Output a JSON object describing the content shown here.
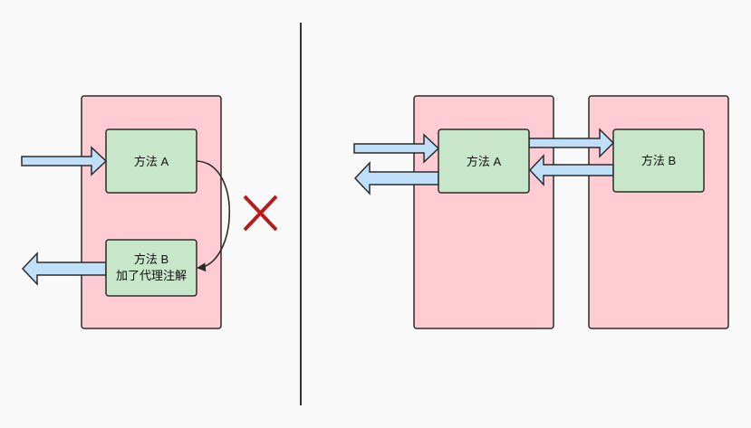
{
  "colors": {
    "background": "#f9f9f9",
    "container_fill": "#ffccd3",
    "container_stroke": "#2b2b2b",
    "method_fill": "#c8e6c9",
    "method_stroke": "#2b2b2b",
    "arrow_fill": "#bfe0f8",
    "arrow_stroke": "#2b2b2b",
    "cross_color": "#b71c1c",
    "divider_color": "#333333"
  },
  "left_panel": {
    "method_a": {
      "label": "方法 A"
    },
    "method_b": {
      "line1": "方法 B",
      "line2": "加了代理注解"
    },
    "cross_icon": "cross-icon"
  },
  "right_panel": {
    "method_a": {
      "label": "方法 A"
    },
    "method_b": {
      "label": "方法 B"
    }
  }
}
